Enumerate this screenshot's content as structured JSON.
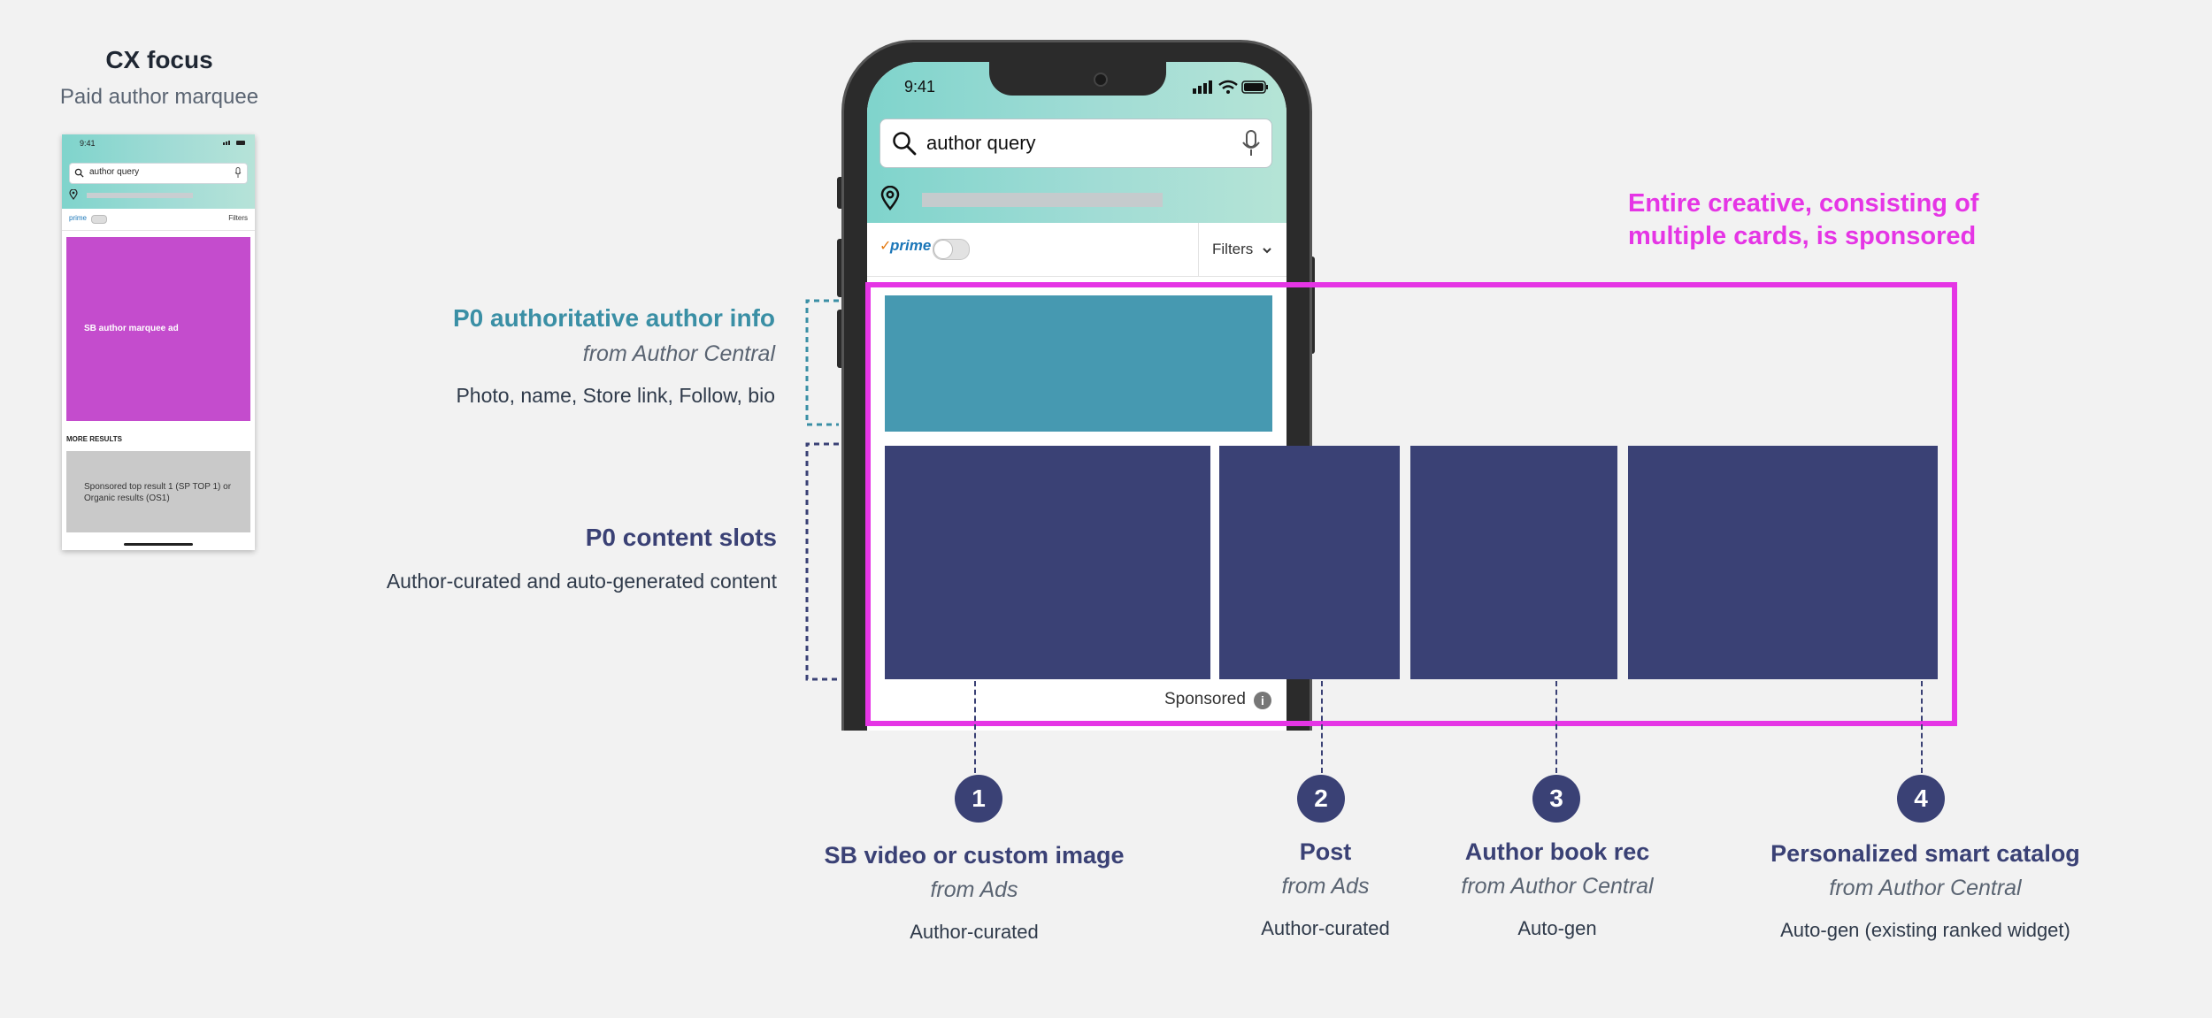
{
  "cx_focus": {
    "title": "CX focus",
    "subtitle": "Paid author marquee",
    "thumbnail": {
      "time": "9:41",
      "search_text": "author query",
      "prime_label": "prime",
      "filters_label": "Filters",
      "ad_label": "SB author marquee ad",
      "more_results_label": "MORE RESULTS",
      "result_label": "Sponsored top result 1 (SP TOP 1) or Organic results (OS1)"
    }
  },
  "phone": {
    "time": "9:41",
    "search_text": "author query",
    "prime_label": "prime",
    "filters_label": "Filters",
    "sponsored_label": "Sponsored",
    "info_glyph": "i"
  },
  "annotations": {
    "author_info": {
      "title": "P0 authoritative author info",
      "source": "from Author Central",
      "description": "Photo, name, Store link, Follow, bio"
    },
    "content_slots": {
      "title": "P0 content slots",
      "description": "Author-curated and auto-generated content"
    },
    "sponsored_note": "Entire creative, consisting of multiple cards, is sponsored"
  },
  "slots": [
    {
      "number": "1",
      "title": "SB video or custom image",
      "source": "from Ads",
      "description": "Author-curated"
    },
    {
      "number": "2",
      "title": "Post",
      "source": "from Ads",
      "description": "Author-curated"
    },
    {
      "number": "3",
      "title": "Author book rec",
      "source": "from Author Central",
      "description": "Auto-gen"
    },
    {
      "number": "4",
      "title": "Personalized smart catalog",
      "source": "from Author Central",
      "description": "Auto-gen (existing ranked widget)"
    }
  ],
  "colors": {
    "author_teal": "#4699b1",
    "slot_navy": "#3a4175",
    "sponsored_pink": "#e535e5",
    "thumbnail_ad_purple": "#c44ccd"
  }
}
